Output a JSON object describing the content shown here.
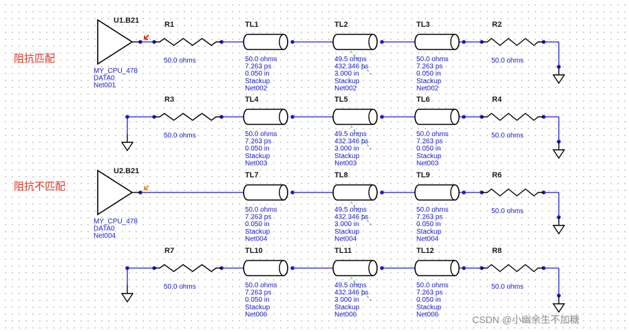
{
  "annotations": {
    "matched": "阻抗匹配",
    "unmatched": "阻抗不匹配"
  },
  "watermark": "CSDN @小幽余生不加糖",
  "drivers": [
    {
      "name": "U1.B21",
      "lines": [
        "MY_CPU_478",
        "DATA0",
        "Net001"
      ]
    },
    {
      "name": "U2.B21",
      "lines": [
        "MY_CPU_478",
        "DATA0",
        "Net004"
      ]
    }
  ],
  "rows": [
    {
      "start": "driver",
      "driver": 0,
      "end": "resistor",
      "left_resistor": {
        "name": "R1",
        "value": "50.0 ohms"
      },
      "lines": [
        {
          "name": "TL1",
          "props": [
            "50.0 ohms",
            "7.263 ps",
            "0.050 in",
            "Stackup",
            "Net002"
          ]
        },
        {
          "name": "TL2",
          "props": [
            "49.5 ohms",
            "432.346 ps",
            "3.000 in",
            "Stackup",
            "Net002"
          ]
        },
        {
          "name": "TL3",
          "props": [
            "50.0 ohms",
            "7.263 ps",
            "0.050 in",
            "Stackup",
            "Net002"
          ]
        }
      ],
      "right_resistor": {
        "name": "R2",
        "value": "50.0 ohms"
      }
    },
    {
      "start": "ground",
      "end": "resistor",
      "left_resistor": {
        "name": "R3",
        "value": "50.0 ohms"
      },
      "lines": [
        {
          "name": "TL4",
          "props": [
            "50.0 ohms",
            "7.263 ps",
            "0.050 in",
            "Stackup",
            "Net003"
          ]
        },
        {
          "name": "TL5",
          "props": [
            "49.5 ohms",
            "432.346 ps",
            "3.000 in",
            "Stackup",
            "Net003"
          ]
        },
        {
          "name": "TL6",
          "props": [
            "50.0 ohms",
            "7.263 ps",
            "0.050 in",
            "Stackup",
            "Net003"
          ]
        }
      ],
      "right_resistor": {
        "name": "R4",
        "value": "50.0 ohms"
      }
    },
    {
      "start": "driver",
      "driver": 1,
      "end": "resistor",
      "left_resistor": null,
      "lines": [
        {
          "name": "TL7",
          "props": [
            "50.0 ohms",
            "7.263 ps",
            "0.050 in",
            "Stackup",
            "Net004"
          ]
        },
        {
          "name": "TL8",
          "props": [
            "49.5 ohms",
            "432.346 ps",
            "3.000 in",
            "Stackup",
            "Net004"
          ]
        },
        {
          "name": "TL9",
          "props": [
            "50.0 ohms",
            "7.263 ps",
            "0.050 in",
            "Stackup",
            "Net004"
          ]
        }
      ],
      "right_resistor": {
        "name": "R6",
        "value": "50.0 ohms"
      }
    },
    {
      "start": "ground",
      "end": "resistor",
      "left_resistor": {
        "name": "R7",
        "value": "50.0 ohms"
      },
      "lines": [
        {
          "name": "TL10",
          "props": [
            "50.0 ohms",
            "7.263 ps",
            "0.050 in",
            "Stackup",
            "Net006"
          ]
        },
        {
          "name": "TL11",
          "props": [
            "49.5 ohms",
            "432.346 ps",
            "3.000 in",
            "Stackup",
            "Net006"
          ]
        },
        {
          "name": "TL12",
          "props": [
            "50.0 ohms",
            "7.263 ps",
            "0.050 in",
            "Stackup",
            "Net006"
          ]
        }
      ],
      "right_resistor": {
        "name": "R8",
        "value": "50.0 ohms"
      }
    }
  ],
  "colors": {
    "wire": "#1a1acc",
    "annotation": "#e0301e",
    "component": "#000000",
    "node": "#1a1acc",
    "probe": "#1a9a1a"
  }
}
